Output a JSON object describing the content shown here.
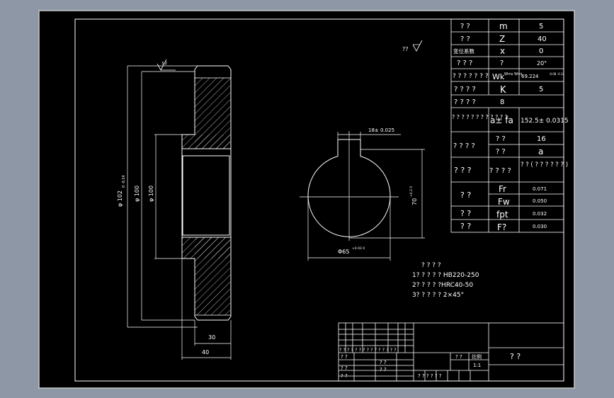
{
  "colors": {
    "background": "#8d97a5",
    "paper": "#000000",
    "line": "#ffffff",
    "frame": "#c8c8c8"
  },
  "gear_view": {
    "dim_outer": "φ 102",
    "dim_outer_tol": "0  -0.14",
    "dim_hub": "φ 100",
    "dim_bore": "φ 100",
    "dim_width_30": "30",
    "dim_width_40": "40",
    "roughness": "3.2"
  },
  "hole_view": {
    "keyway_dim": "18± 0.025",
    "height_dim": "70",
    "height_tol": "+0.2  0",
    "dia_dim": "Φ65",
    "dia_tol": "+0.03  0"
  },
  "roughness_note": {
    "label": "??",
    "value": ""
  },
  "notes": {
    "title": "? ? ? ?",
    "items": [
      "1? ? ? ? ? HB220-250",
      "2? ? ? ? ?HRC40-50",
      "3? ? ? ? ? 2×45°"
    ]
  },
  "params": {
    "rows": [
      {
        "name": "? ?",
        "symbol": "m",
        "value": "5"
      },
      {
        "name": "? ?",
        "symbol": "Z",
        "value": "40"
      },
      {
        "name": "变位系数",
        "symbol": "x",
        "value": "0"
      },
      {
        "name": "? ? ?",
        "symbol": "?",
        "value": "20°"
      },
      {
        "name": "? ? ? ? ? ? ?",
        "symbol": "Wk",
        "symbol_sub": "Wms Wmi",
        "value": "69.224",
        "value_tol": "-0.08 -0.14"
      },
      {
        "name": "? ? ? ?",
        "symbol": "K",
        "value": "5"
      },
      {
        "name": "? ? ? ?",
        "symbol": "8",
        "value": ""
      },
      {
        "name": "? ? ? ? ? ? ? ? ? ? ? ?",
        "symbol": "a± fa",
        "value": "152.5± 0.0315"
      },
      {
        "name": "? ? ? ?",
        "symbol": "? ?",
        "value": "16",
        "symbol2": "? ?",
        "value2": "a"
      },
      {
        "name": "? ? ?",
        "symbol": "? ? ? ?",
        "value": "? ? ( ? ? ? ? ? ? )"
      },
      {
        "name": "? ?",
        "symbol": "Fr",
        "value": "0.071",
        "symbol2": "Fw",
        "value2": "0.050"
      },
      {
        "name": "? ?",
        "symbol": "fpt",
        "value": "0.032"
      },
      {
        "name": "? ?",
        "symbol": "F?",
        "value": "0.030"
      }
    ]
  },
  "title_block": {
    "name_cell": "? ?",
    "scale_label": "比例",
    "scale_value": "1:1",
    "qty_label": "? ?",
    "header_row": "? ? ? ? ? ? ? ? ? ? ? ? ? ? ?",
    "row1": "? ?",
    "row2": "? ?",
    "row3": "? ?",
    "sign1": "? ?",
    "sign2": "? ?",
    "sheet_row": "?   ?   ?   ?   ?   ?"
  }
}
